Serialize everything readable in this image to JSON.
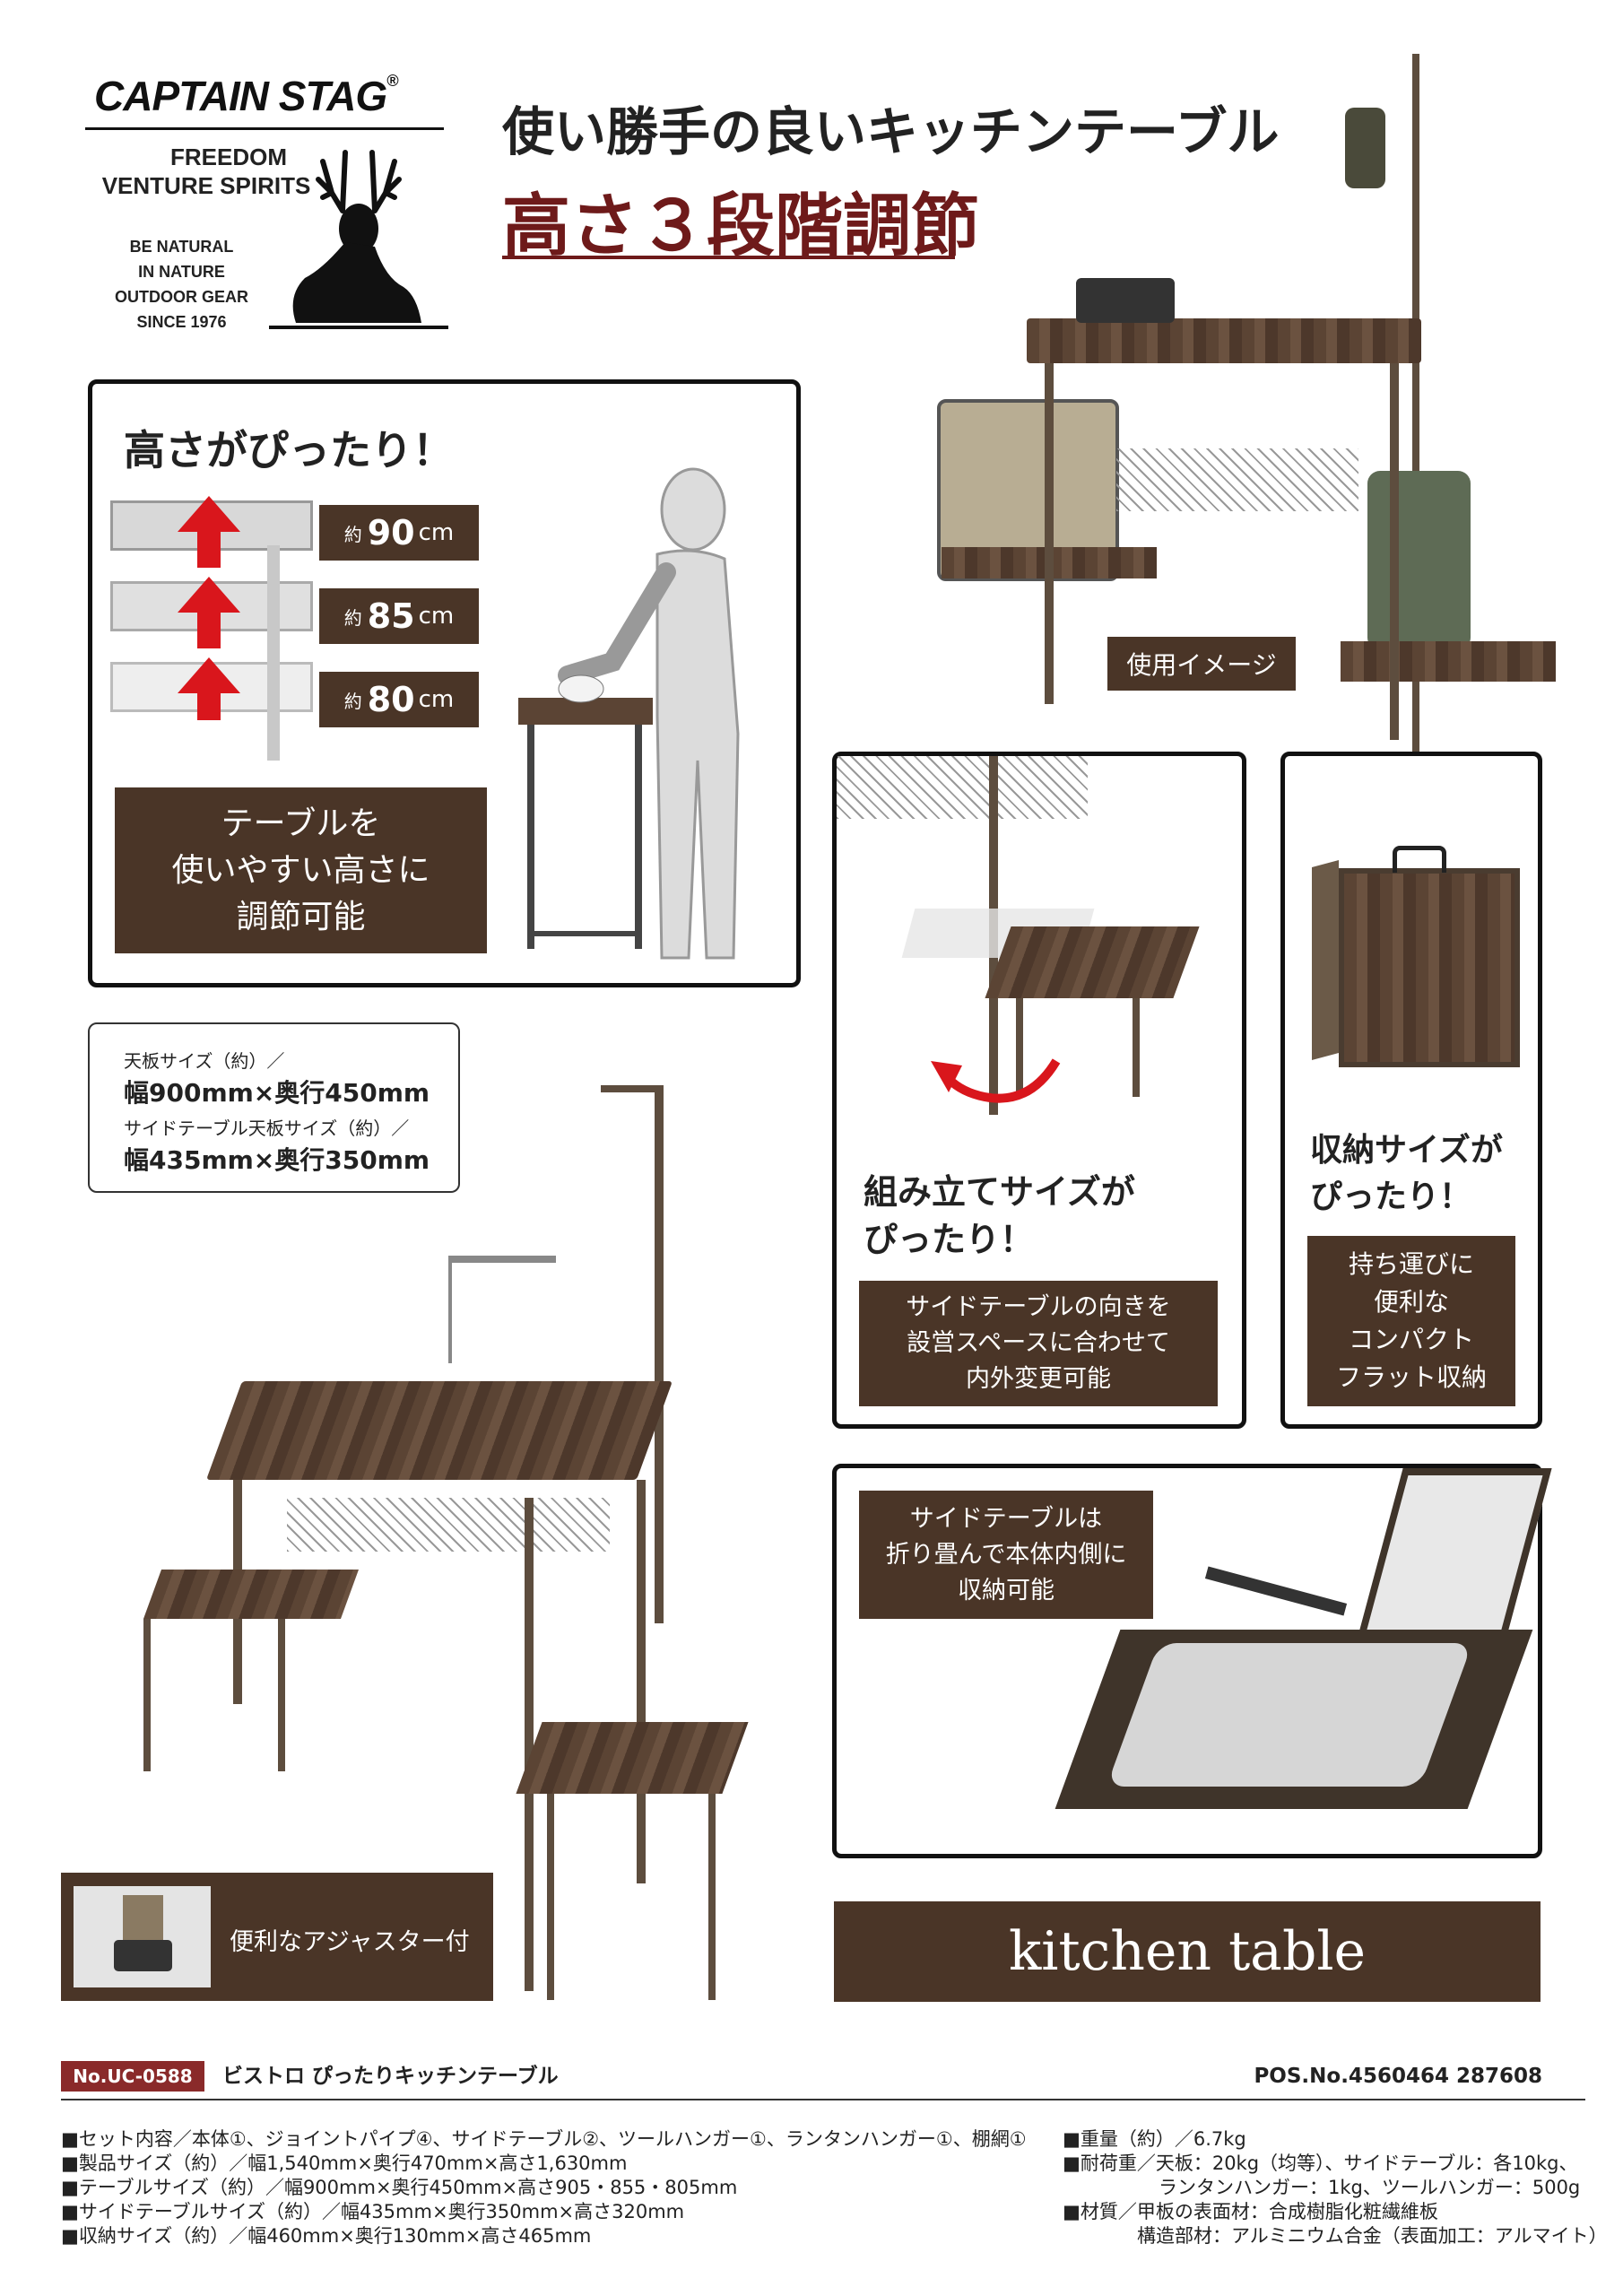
{
  "logo": {
    "brand": "CAPTAIN STAG",
    "registered": "®",
    "tagline_1": "FREEDOM",
    "tagline_2": "VENTURE SPIRITS",
    "motto_1": "BE NATURAL",
    "motto_2": "IN NATURE",
    "motto_3": "OUTDOOR GEAR",
    "motto_4": "SINCE 1976"
  },
  "header": {
    "headline": "使い勝手の良いキッチンテーブル",
    "subheadline": "高さ３段階調節"
  },
  "height_panel": {
    "title": "高さがぴったり！",
    "heights": [
      {
        "prefix": "約",
        "value": "90",
        "unit": "cm"
      },
      {
        "prefix": "約",
        "value": "85",
        "unit": "cm"
      },
      {
        "prefix": "約",
        "value": "80",
        "unit": "cm"
      }
    ],
    "caption_1": "テーブルを",
    "caption_2": "使いやすい高さに",
    "caption_3": "調節可能"
  },
  "usage_label": "使用イメージ",
  "sizes_box": {
    "top_label": "天板サイズ（約）／",
    "top_value": "幅900mm×奥行450mm",
    "side_label": "サイドテーブル天板サイズ（約）／",
    "side_value": "幅435mm×奥行350mm"
  },
  "assembly_panel": {
    "title_1": "組み立てサイズが",
    "title_2": "ぴったり！",
    "caption_1": "サイドテーブルの向きを",
    "caption_2": "設営スペースに合わせて",
    "caption_3": "内外変更可能"
  },
  "storage_panel": {
    "title_1": "収納サイズが",
    "title_2": "ぴったり！",
    "caption_1": "持ち運びに",
    "caption_2": "便利な",
    "caption_3": "コンパクト",
    "caption_4": "フラット収納"
  },
  "fold_panel": {
    "caption_1": "サイドテーブルは",
    "caption_2": "折り畳んで本体内側に",
    "caption_3": "収納可能"
  },
  "adjuster": {
    "caption": "便利なアジャスター付"
  },
  "kitchen_table_label": "kitchen table",
  "product": {
    "code": "No.UC-0588",
    "name": "ビストロ ぴったりキッチンテーブル",
    "pos": "POS.No.4560464 287608"
  },
  "specs_left": [
    "■セット内容／本体①、ジョイントパイプ④、サイドテーブル②、ツールハンガー①、ランタンハンガー①、棚網①",
    "■製品サイズ（約）／幅1,540mm×奥行470mm×高さ1,630mm",
    "■テーブルサイズ（約）／幅900mm×奥行450mm×高さ905・855・805mm",
    "■サイドテーブルサイズ（約）／幅435mm×奥行350mm×高さ320mm",
    "■収納サイズ（約）／幅460mm×奥行130mm×高さ465mm"
  ],
  "specs_right": [
    "■重量（約）／6.7kg",
    "■耐荷重／天板：20kg（均等）、サイドテーブル：各10kg、",
    "ランタンハンガー：1kg、ツールハンガー：500g",
    "■材質／甲板の表面材：合成樹脂化粧繊維板",
    "構造部材：アルミニウム合金（表面加工：アルマイト）"
  ]
}
